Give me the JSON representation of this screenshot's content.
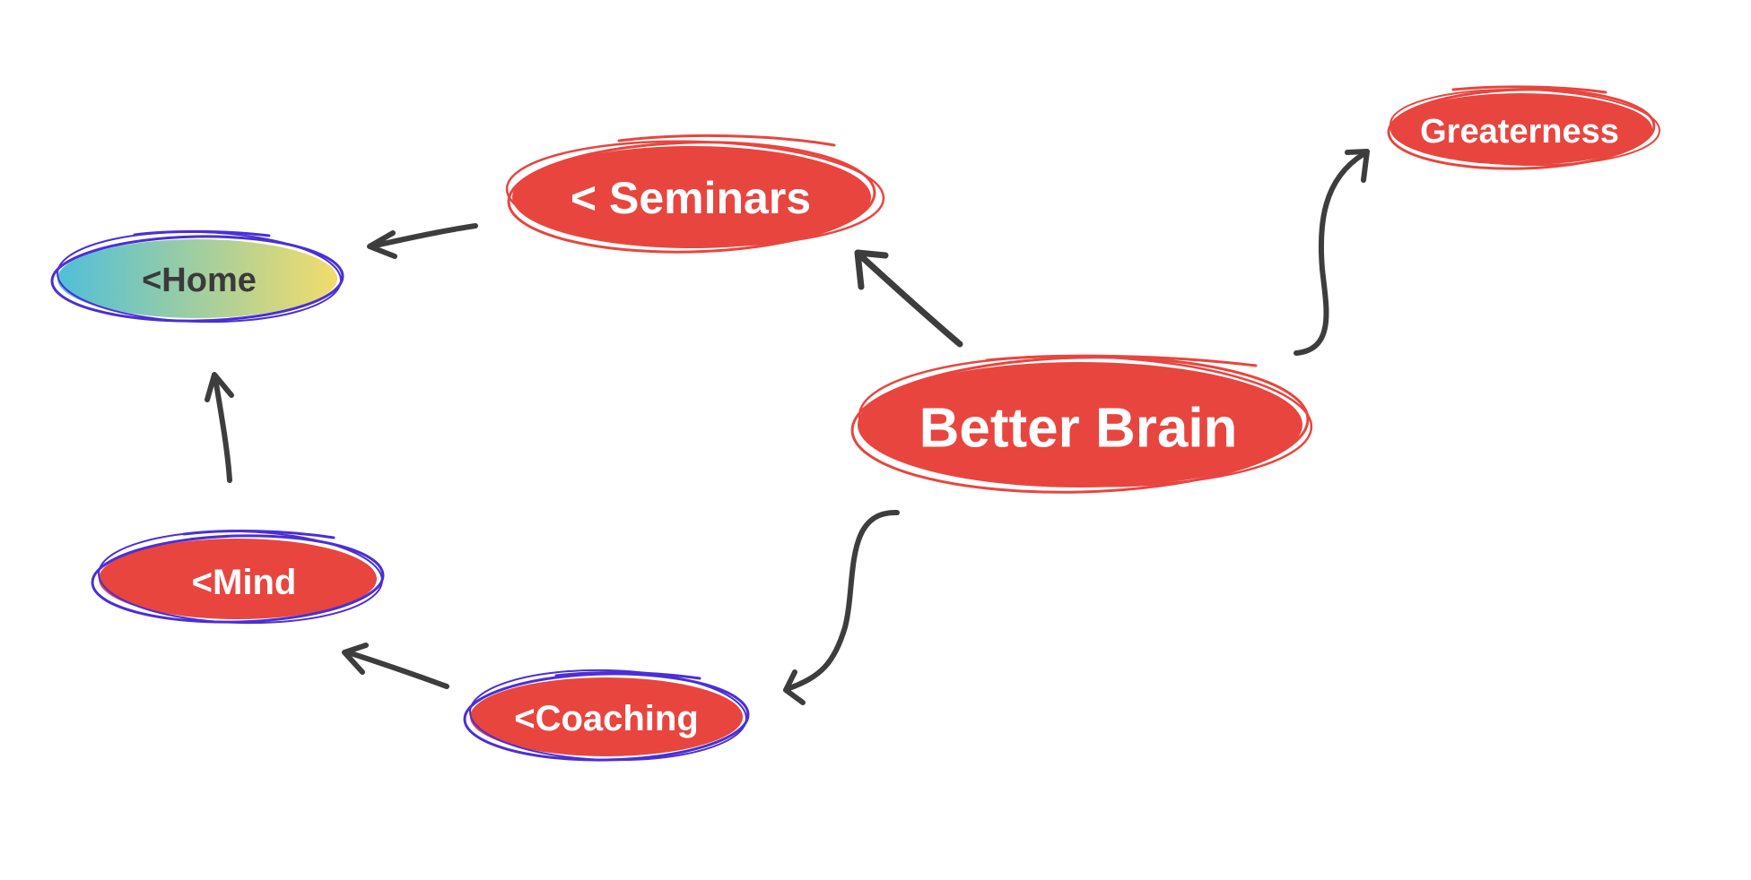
{
  "diagram": {
    "nodes": {
      "home": {
        "label": "<Home"
      },
      "seminars": {
        "label": "< Seminars"
      },
      "mind": {
        "label": "<Mind"
      },
      "coaching": {
        "label": "<Coaching"
      },
      "better_brain": {
        "label": "Better Brain"
      },
      "greaterness": {
        "label": "Greaterness"
      }
    },
    "colors": {
      "node_fill": "#e8453f",
      "node_text": "#ffffff",
      "home_text": "#3a3a3a",
      "scribble_red": "#e8453f",
      "scribble_purple": "#4a2fd6",
      "home_gradient_start": "#4fbfd8",
      "home_gradient_end": "#f2dc6a",
      "arrow": "#3d3d3d"
    }
  }
}
